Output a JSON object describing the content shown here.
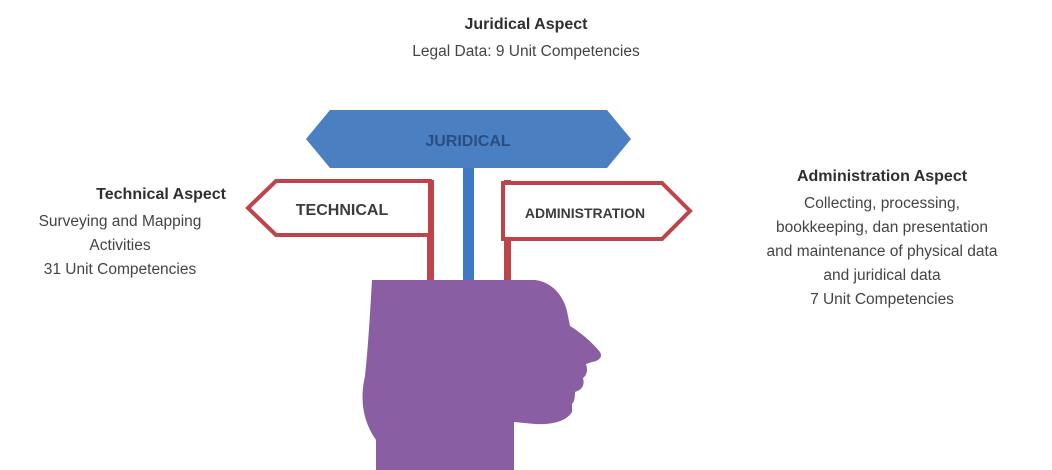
{
  "signs": {
    "juridical": "JURIDICAL",
    "technical": "TECHNICAL",
    "administration": "ADMINISTRATION"
  },
  "juridical_aspect": {
    "title": "Juridical Aspect",
    "lines": [
      "Legal Data: 9 Unit Competencies"
    ]
  },
  "technical_aspect": {
    "title": "Technical Aspect",
    "lines": [
      "Surveying and Mapping",
      "Activities",
      "31 Unit Competencies"
    ]
  },
  "administration_aspect": {
    "title": "Administration Aspect",
    "lines": [
      "Collecting, processing,",
      "bookkeeping, dan presentation",
      "and  maintenance of physical data",
      "and juridical data",
      "7 Unit Competencies"
    ]
  },
  "colors": {
    "juridical_sign": "#4a7fc1",
    "juridical_pole": "#3d79c6",
    "side_sign_border": "#c0434a",
    "head": "#8a5ea3"
  }
}
